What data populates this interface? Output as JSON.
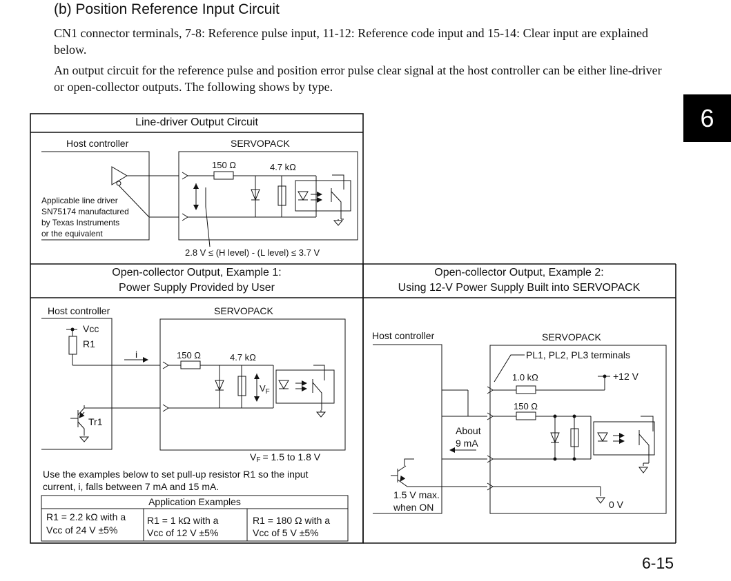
{
  "section_title": "(b) Position Reference Input Circuit",
  "paragraph1": "CN1 connector terminals, 7-8: Reference pulse input, 11-12: Reference code input and 15-14: Clear input are explained below.",
  "paragraph2": "An output circuit for the reference pulse and position error pulse clear signal at the host controller can be either line-driver or open-collector outputs. The following shows by type.",
  "chapter_tab": "6",
  "page_number": "6-15",
  "line_driver": {
    "title": "Line-driver Output Circuit",
    "host_label": "Host controller",
    "servopack_label": "SERVOPACK",
    "r1": "150 Ω",
    "r2": "4.7 kΩ",
    "driver_note": [
      "Applicable line driver",
      "SN75174 manufactured",
      "by Texas Instruments",
      "or the equivalent"
    ],
    "voltage_note": "2.8 V ≤ (H level) - (L level) ≤ 3.7 V"
  },
  "oc1": {
    "title_line1": "Open-collector Output, Example 1:",
    "title_line2": "Power Supply Provided by User",
    "host_label": "Host controller",
    "servopack_label": "SERVOPACK",
    "vcc": "Vcc",
    "r1_label": "R1",
    "current": "i",
    "r_a": "150 Ω",
    "r_b": "4.7 kΩ",
    "vf": "V",
    "vf_sub": "F",
    "tr": "Tr1",
    "vf_range": "= 1.5 to 1.8 V",
    "note_line1": "Use the examples below to set pull-up resistor R1 so the input",
    "note_line2": "current, i, falls between 7 mA and 15 mA.",
    "table_title": "Application Examples",
    "table": [
      [
        "R1 = 2.2 kΩ with a",
        "Vcc of 24 V ±5%"
      ],
      [
        "R1 = 1 kΩ with a",
        "Vcc of 12 V ±5%"
      ],
      [
        "R1 = 180 Ω with a",
        "Vcc of 5 V ±5%"
      ]
    ]
  },
  "oc2": {
    "title_line1": "Open-collector Output, Example 2:",
    "title_line2": "Using 12-V Power Supply Built into SERVOPACK",
    "host_label": "Host controller",
    "servopack_label": "SERVOPACK",
    "terminals": "PL1, PL2, PL3 terminals",
    "r_a": "1.0 kΩ",
    "v12": "+12 V",
    "r_b": "150 Ω",
    "about_line1": "About",
    "about_line2": "9 mA",
    "vmax_line1": "1.5 V max.",
    "vmax_line2": "when ON",
    "zero_v": "0 V"
  }
}
